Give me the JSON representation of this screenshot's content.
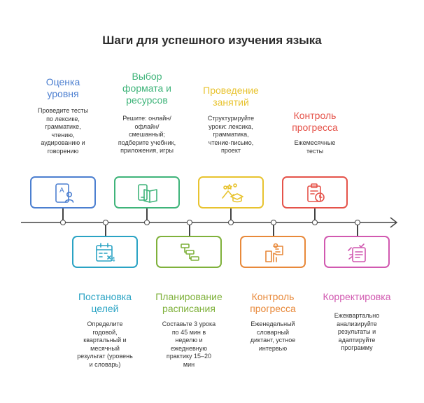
{
  "title": "Шаги для успешного изучения языка",
  "colors": {
    "blue": "#4c7fd0",
    "teal": "#2aa3c4",
    "green": "#3fb47a",
    "lime": "#7fb13b",
    "yellow": "#e8c32f",
    "orange": "#e8893a",
    "red": "#e5534a",
    "pink": "#d159b0",
    "line": "#444444"
  },
  "steps": [
    {
      "title": "Оценка\nуровня",
      "desc": "Проведите тесты\nпо лексике,\nграмматике,\nчтению,\nаудированию и\nговорению",
      "icon": "assessment-icon"
    },
    {
      "title": "Постановка\nцелей",
      "desc": "Определите\nгодовой,\nквартальный и\nмесячный\nрезультат (уровень\nи словарь)",
      "icon": "calendar-goal-icon"
    },
    {
      "title": "Выбор\nформата и\nресурсов",
      "desc": "Решите: онлайн/\nофлайн/\nсмешанный;\nподберите учебник,\nприложения, игры",
      "icon": "device-book-icon"
    },
    {
      "title": "Планирование\nрасписания",
      "desc": "Составьте 3 урока\nпо 45 мин в\nнеделю и\nежедневную\nпрактику 15–20\nмин",
      "icon": "schedule-gantt-icon"
    },
    {
      "title": "Проведение\nзанятий",
      "desc": "Структурируйте\nуроки: лексика,\nграмматика,\nчтение-письмо,\nпроект",
      "icon": "graduation-icon"
    },
    {
      "title": "Контроль\nпрогресса",
      "desc": "Еженедельный\nсловарный\nдиктант, устное\nинтервью",
      "icon": "teacher-board-icon"
    },
    {
      "title": "Контроль\nпрогресса",
      "desc": "Ежемесячные\nтесты",
      "icon": "clipboard-clock-icon"
    },
    {
      "title": "Корректировка",
      "desc": "Ежеквартально\nанализируйте\nрезультаты и\nадаптируйте\nпрограмму",
      "icon": "adjust-checklist-icon"
    }
  ]
}
